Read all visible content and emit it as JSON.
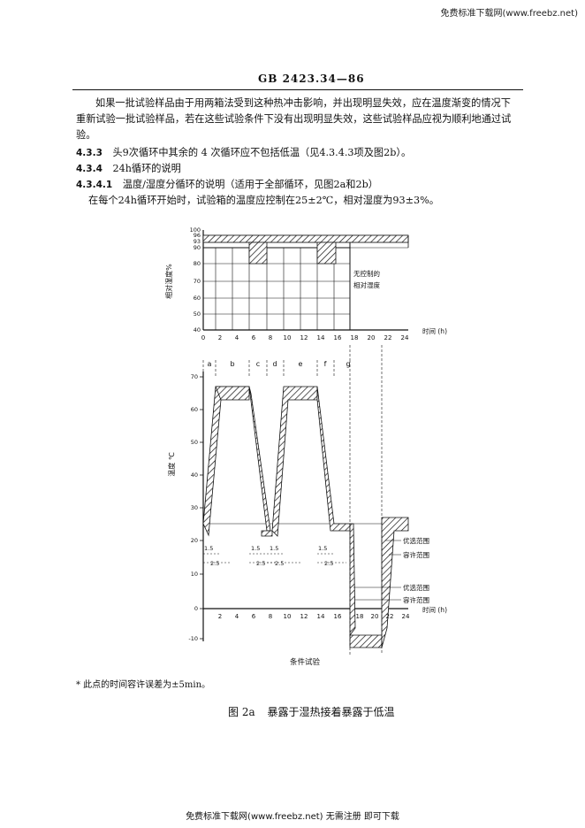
{
  "watermark_top": "免费标准下载网(www.freebz.net)",
  "standard_number": "GB 2423.34—86",
  "paragraphs": {
    "p1_line1": "如果一批试验样品由于用两箱法受到这种热冲击影响，并出现明显失效，应在温度渐变的情况下",
    "p1_line2": "重新试验一批试验样品，若在这些试验条件下没有出现明显失效，这些试验样品应视为顺利地通过试",
    "p1_line3": "验。",
    "s433_no": "4.3.3",
    "s433_text": "头9次循环中其余的 4 次循环应不包括低温（见4.3.4.3项及图2b）。",
    "s434_no": "4.3.4",
    "s434_text": "24h循环的说明",
    "s4341_no": "4.3.4.1",
    "s4341_text": "温度/湿度分循环的说明（适用于全部循环，见图2a和2b）",
    "p2": "在每个24h循环开始时，试验箱的温度应控制在25±2℃，相对湿度为93±3%。"
  },
  "figure": {
    "humidity_chart": {
      "ylabel": "相对湿度%",
      "y_ticks": [
        "100",
        "96",
        "93",
        "90",
        "80",
        "70",
        "60",
        "50",
        "40"
      ],
      "x_ticks": [
        "0",
        "2",
        "4",
        "6",
        "8",
        "10",
        "12",
        "14",
        "16",
        "18",
        "20",
        "22",
        "24"
      ],
      "xlabel": "时间 (h)",
      "uncontrolled_line1": "无控制的",
      "uncontrolled_line2": "相对湿度"
    },
    "temperature_chart": {
      "ylabel": "温度 ℃",
      "y_ticks": [
        "70",
        "60",
        "50",
        "40",
        "30",
        "20",
        "10",
        "0",
        "-10"
      ],
      "x_ticks": [
        "2",
        "4",
        "6",
        "8",
        "10",
        "12",
        "14",
        "16",
        "18",
        "20",
        "22",
        "24"
      ],
      "xlabel": "时间 (h)",
      "phase_labels": [
        "a",
        "b",
        "c",
        "d",
        "e",
        "f",
        "g"
      ],
      "dim_1_5": "1.5",
      "dim_2_5": "2.5",
      "preferred_range": "优选范围",
      "tolerance_range": "容许范围",
      "condition_label": "条件试验"
    },
    "footnote": "* 此点的时间容许误差为±5min。",
    "caption_no": "图 2a",
    "caption_text": "暴露于湿热接着暴露于低温"
  },
  "watermark_bottom": "免费标准下载网(www.freebz.net) 无需注册 即可下载"
}
